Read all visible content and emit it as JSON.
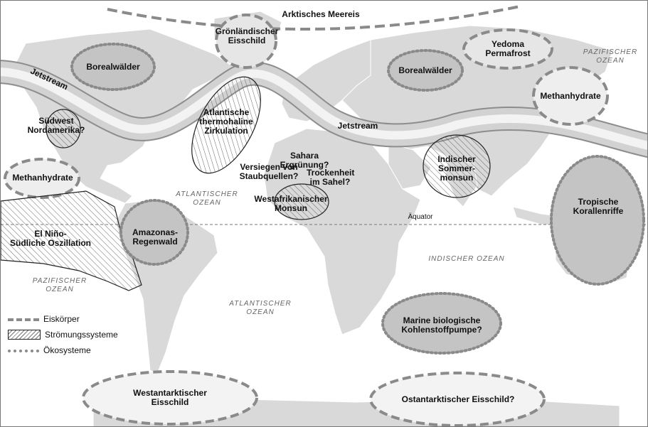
{
  "map": {
    "labels": {
      "arctic_sea": "Arktisches Meereis",
      "greenland": "Grönländischer\nEisschild",
      "yedoma": "Yedoma\nPermafrost",
      "boreal_na": "Borealwälder",
      "boreal_eu": "Borealwälder",
      "jetstream_w": "Jetstream",
      "jetstream_e": "Jetstream",
      "amoc": "Atlantische\nthermohaline\nZirkulation",
      "sw_na": "Südwest\nNordamerika?",
      "methane_w": "Methanhydrate",
      "methane_e": "Methanhydrate",
      "sahara": "Sahara Ergrünung?",
      "dust": "Versiegen von\nStaubquellen?",
      "sahel": "Trockenheit\nim Sahel?",
      "wa_monsoon": "Westafrikanischer\nMonsun",
      "indian_monsoon": "Indischer\nSommer-\nmonsun",
      "enso": "El Niño-\nSüdliche Oszillation",
      "amazon": "Amazonas-\nRegenwald",
      "coral": "Tropische\nKorallenriffe",
      "bio_pump": "Marine biologische\nKohlenstoffpumpe?",
      "wais": "Westantarktischer\nEisschild",
      "eais": "Ostantarktischer Eisschild?",
      "equator": "Äquator"
    },
    "oceans": {
      "pacific_ne": "PAZIFISCHER\nOZEAN",
      "pacific_sw": "PAZIFISCHER\nOZEAN",
      "atlantic_n": "ATLANTISCHER\nOZEAN",
      "atlantic_s": "ATLANTISCHER\nOZEAN",
      "indian": "INDISCHER OZEAN"
    }
  },
  "legend": {
    "ice": "Eiskörper",
    "flow": "Strömungssysteme",
    "eco": "Ökosysteme"
  },
  "colors": {
    "land": "#d9d9d9",
    "ellipse_fill": "#c4c4c4",
    "dash": "#8a8a8a",
    "jet": "#bdbdbd"
  }
}
